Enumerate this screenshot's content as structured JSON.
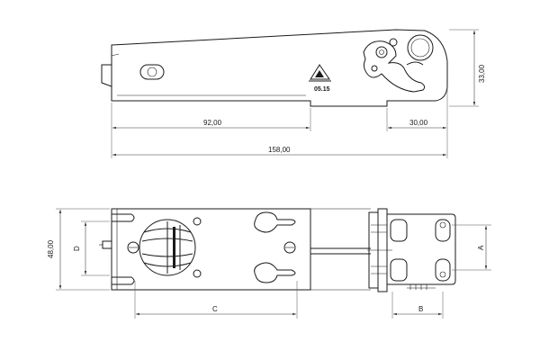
{
  "side_view": {
    "logo_text": "05.15",
    "dimensions": {
      "height": "33,00",
      "left_length": "92,00",
      "right_length": "30,00",
      "total_length": "158,00"
    }
  },
  "top_view": {
    "dimensions": {
      "width": "48,00",
      "label_d": "D",
      "label_c": "C",
      "label_b": "B",
      "label_a": "A"
    }
  }
}
